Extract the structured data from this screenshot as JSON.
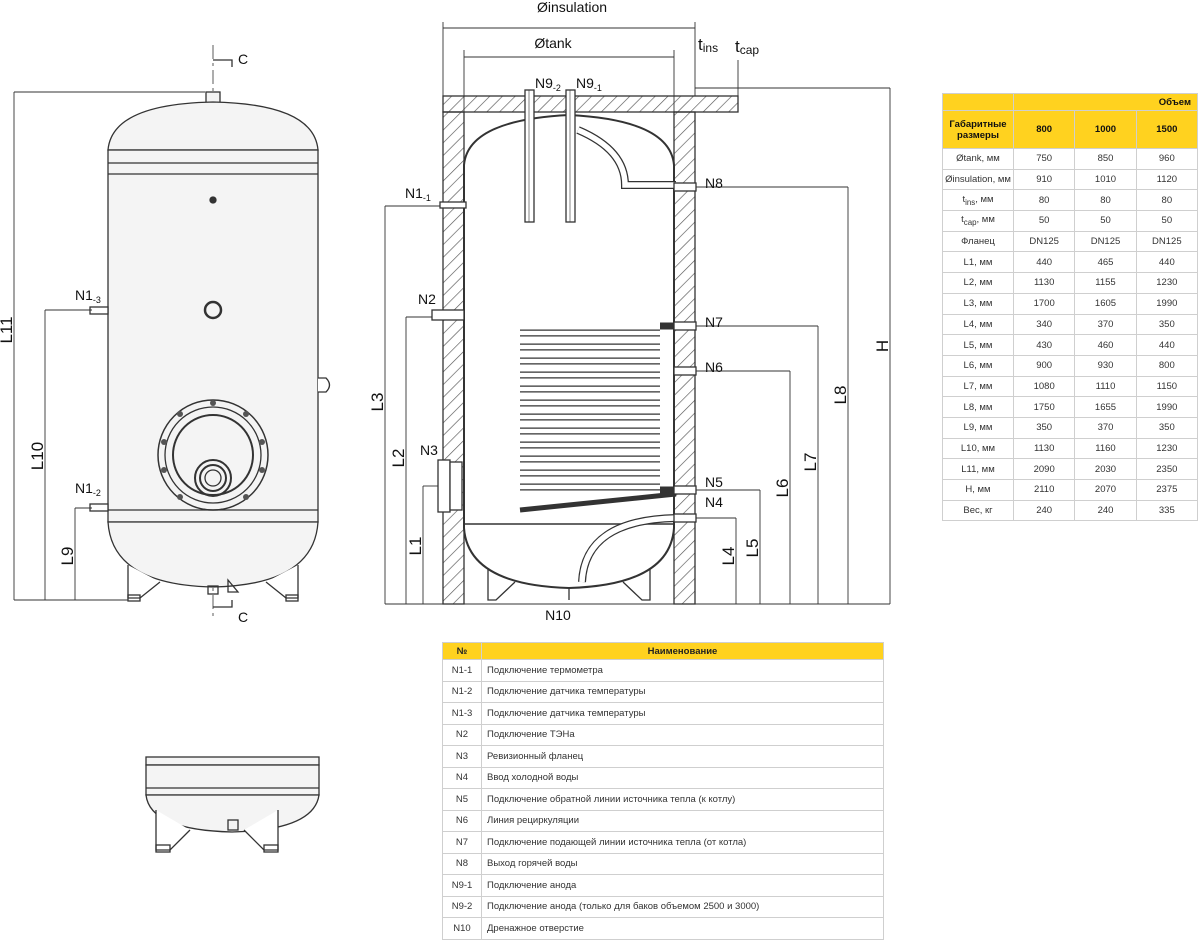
{
  "drawing_labels": {
    "insulation": "Øinsulation",
    "tank": "Øtank",
    "t_ins_base": "t",
    "t_ins_sub": "ins",
    "t_cap_base": "t",
    "t_cap_sub": "cap",
    "c": "C",
    "n1_1_base": "N1",
    "n1_1_sub": "-1",
    "n1_2_base": "N1",
    "n1_2_sub": "-2",
    "n1_3_base": "N1",
    "n1_3_sub": "-3",
    "n2": "N2",
    "n3": "N3",
    "n4": "N4",
    "n5": "N5",
    "n6": "N6",
    "n7": "N7",
    "n8": "N8",
    "n10": "N10",
    "n9_2_base": "N9",
    "n9_2_sub": "-2",
    "n9_1_base": "N9",
    "n9_1_sub": "-1",
    "l1": "L1",
    "l2": "L2",
    "l3": "L3",
    "l4": "L4",
    "l5": "L5",
    "l6": "L6",
    "l7": "L7",
    "l8": "L8",
    "l9": "L9",
    "l10": "L10",
    "l11": "L11",
    "h": "H"
  },
  "dimensions_table": {
    "group_header": "Объем",
    "row_header": "Габаритные размеры",
    "volumes": [
      "800",
      "1000",
      "1500"
    ],
    "rows": [
      {
        "label": "Øtank, мм",
        "values": [
          "750",
          "850",
          "960"
        ]
      },
      {
        "label": "Øinsulation, мм",
        "values": [
          "910",
          "1010",
          "1120"
        ]
      },
      {
        "label_base": "t",
        "label_sub": "ins",
        "label_rest": ", мм",
        "values": [
          "80",
          "80",
          "80"
        ]
      },
      {
        "label_base": "t",
        "label_sub": "cap",
        "label_rest": ", мм",
        "values": [
          "50",
          "50",
          "50"
        ]
      },
      {
        "label": "Фланец",
        "values": [
          "DN125",
          "DN125",
          "DN125"
        ]
      },
      {
        "label": "L1, мм",
        "values": [
          "440",
          "465",
          "440"
        ]
      },
      {
        "label": "L2, мм",
        "values": [
          "1130",
          "1155",
          "1230"
        ]
      },
      {
        "label": "L3, мм",
        "values": [
          "1700",
          "1605",
          "1990"
        ]
      },
      {
        "label": "L4, мм",
        "values": [
          "340",
          "370",
          "350"
        ]
      },
      {
        "label": "L5, мм",
        "values": [
          "430",
          "460",
          "440"
        ]
      },
      {
        "label": "L6, мм",
        "values": [
          "900",
          "930",
          "800"
        ]
      },
      {
        "label": "L7, мм",
        "values": [
          "1080",
          "1110",
          "1150"
        ]
      },
      {
        "label": "L8, мм",
        "values": [
          "1750",
          "1655",
          "1990"
        ]
      },
      {
        "label": "L9, мм",
        "values": [
          "350",
          "370",
          "350"
        ]
      },
      {
        "label": "L10, мм",
        "values": [
          "1130",
          "1160",
          "1230"
        ]
      },
      {
        "label": "L11, мм",
        "values": [
          "2090",
          "2030",
          "2350"
        ]
      },
      {
        "label": "H, мм",
        "values": [
          "2110",
          "2070",
          "2375"
        ]
      },
      {
        "label": "Вес, кг",
        "values": [
          "240",
          "240",
          "335"
        ]
      }
    ]
  },
  "connections_table": {
    "col_code": "№",
    "col_name": "Наименование",
    "rows": [
      {
        "code": "N1-1",
        "name": "Подключение термометра"
      },
      {
        "code": "N1-2",
        "name": "Подключение датчика температуры"
      },
      {
        "code": "N1-3",
        "name": "Подключение датчика температуры"
      },
      {
        "code": "N2",
        "name": "Подключение ТЭНа"
      },
      {
        "code": "N3",
        "name": "Ревизионный фланец"
      },
      {
        "code": "N4",
        "name": "Ввод холодной воды"
      },
      {
        "code": "N5",
        "name": "Подключение обратной линии источника тепла (к котлу)"
      },
      {
        "code": "N6",
        "name": "Линия рециркуляции"
      },
      {
        "code": "N7",
        "name": "Подключение подающей линии источника тепла (от котла)"
      },
      {
        "code": "N8",
        "name": "Выход горячей воды"
      },
      {
        "code": "N9-1",
        "name": "Подключение анода"
      },
      {
        "code": "N9-2",
        "name": "Подключение анода (только для баков объемом 2500 и 3000)"
      },
      {
        "code": "N10",
        "name": "Дренажное отверстие"
      }
    ]
  },
  "colors": {
    "accent": "#ffd21f",
    "line": "#333333",
    "tank_fill": "#f4f4f4"
  }
}
